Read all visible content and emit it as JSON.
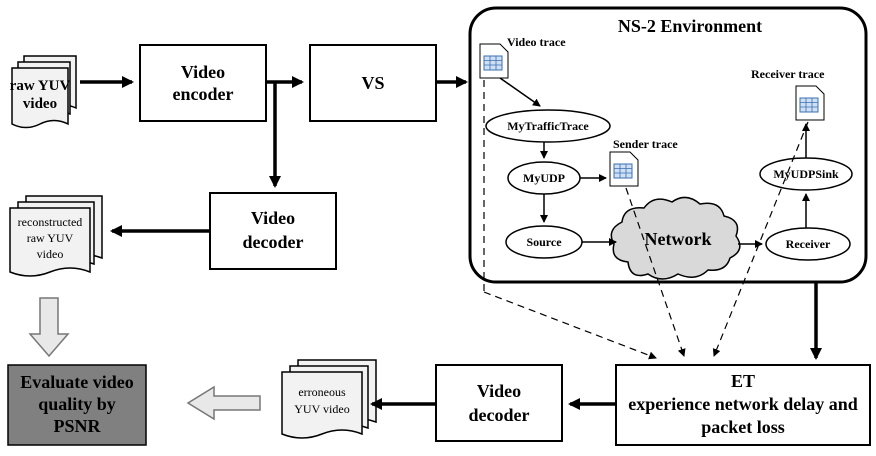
{
  "diagram": {
    "ns2_title": "NS-2 Environment",
    "raw_yuv": [
      "raw YUV",
      "video"
    ],
    "video_encoder": [
      "Video",
      "encoder"
    ],
    "vs": "VS",
    "video_decoder_top": [
      "Video",
      "decoder"
    ],
    "reconstructed": [
      "reconstructed",
      "raw YUV",
      "video"
    ],
    "evaluate": [
      "Evaluate video",
      "quality by",
      "PSNR"
    ],
    "erroneous": [
      "erroneous",
      "YUV video"
    ],
    "video_decoder_bottom": [
      "Video",
      "decoder"
    ],
    "et": [
      "ET",
      "experience network delay and",
      "packet loss"
    ],
    "video_trace": "Video trace",
    "my_traffic_trace": "MyTrafficTrace",
    "my_udp": "MyUDP",
    "sender_trace": "Sender trace",
    "source": "Source",
    "network": "Network",
    "receiver": "Receiver",
    "my_udp_sink": "MyUDPSink",
    "receiver_trace": "Receiver trace"
  },
  "icons": {
    "trace": "spreadsheet-document-icon",
    "docs": "stacked-document-icon",
    "cloud": "cloud-icon"
  },
  "colors": {
    "grey_box": "#808080",
    "cloud_fill": "#d9d9d9",
    "doc_fill": "#f2f2f2",
    "icon_blue": "#3b6fb0"
  }
}
